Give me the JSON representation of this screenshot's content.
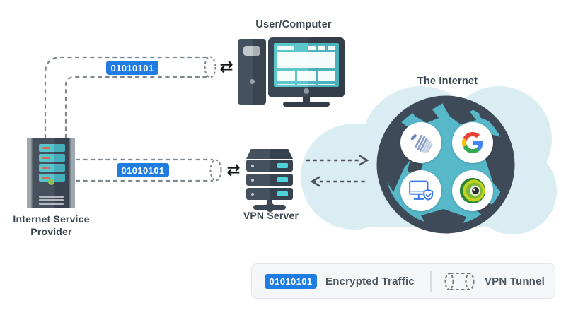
{
  "nodes": {
    "user_computer": {
      "label": "User/Computer"
    },
    "isp": {
      "label_line1": "Internet Service",
      "label_line2": "Provider"
    },
    "vpn_server": {
      "label": "VPN Server"
    },
    "internet": {
      "label": "The Internet",
      "services": [
        {
          "icon": "striped-v-logo"
        },
        {
          "icon": "google-g-logo"
        },
        {
          "icon": "secure-monitor-shield-icon"
        },
        {
          "icon": "green-eye-logo"
        }
      ]
    }
  },
  "tunnels": {
    "top": {
      "badge": "01010101",
      "swap_glyph": "⇄"
    },
    "middle": {
      "badge": "01010101",
      "swap_glyph": "⇄"
    }
  },
  "legend": {
    "encrypted_badge": "01010101",
    "encrypted_label": "Encrypted Traffic",
    "tunnel_label": "VPN Tunnel"
  },
  "colors": {
    "badge_blue": "#1e7ce2",
    "slate_dark": "#3d4856",
    "teal": "#52bfc7",
    "cloud": "#d9edf2",
    "globe_ocean": "#56b8c9",
    "legend_bg": "#f4f6f8",
    "dash_gray": "#7e868e",
    "orange_accent": "#d46f4c",
    "led_green": "#8cc152"
  }
}
